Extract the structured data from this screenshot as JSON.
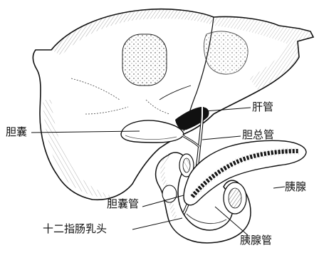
{
  "diagram": {
    "labels": {
      "hepatic_duct": "肝管",
      "common_bile_duct": "胆总管",
      "gallbladder": "胆囊",
      "pancreas": "胰腺",
      "cystic_duct": "胆囊管",
      "duodenal_papilla": "十二指肠乳头",
      "pancreatic_duct": "胰腺管"
    }
  }
}
